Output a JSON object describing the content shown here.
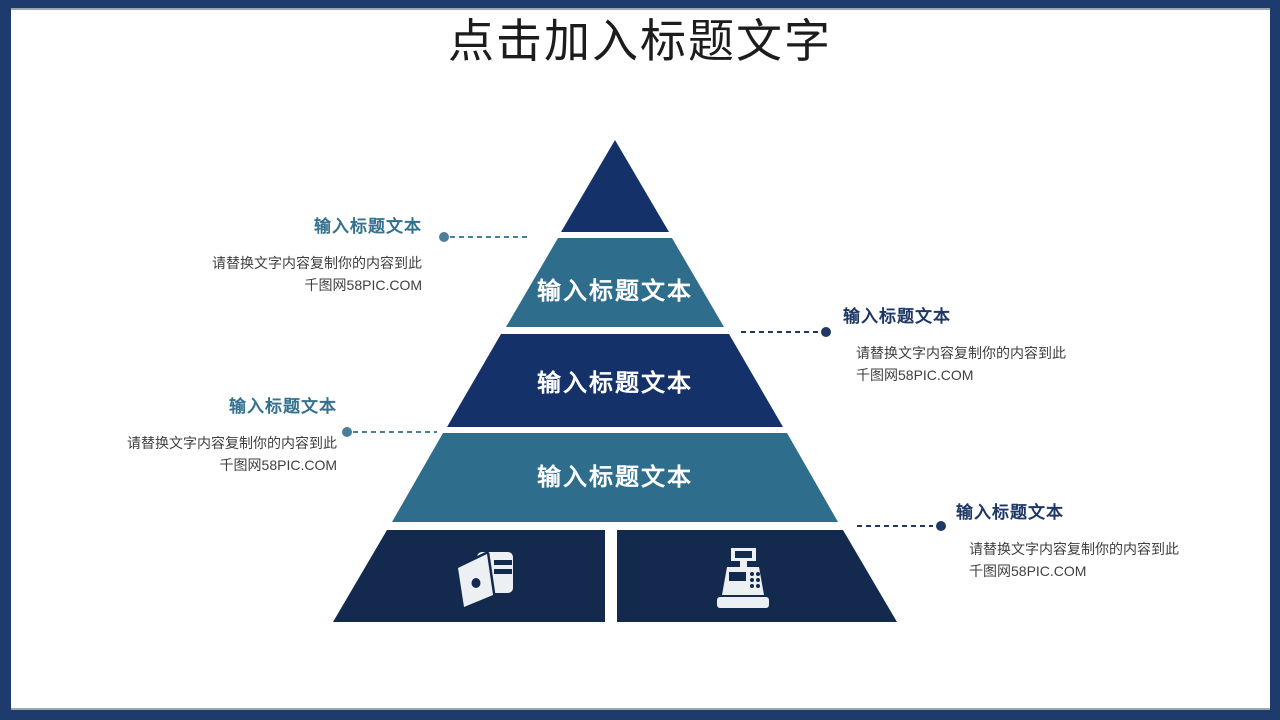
{
  "title": {
    "text": "点击加入标题文字"
  },
  "palette": {
    "border_navy": "#1d3b6d",
    "navy_band": "#14316a",
    "teal_band": "#2e6d8c",
    "bottom_band": "#13294e",
    "heading_teal": "#34718f",
    "heading_navy": "#1e3866",
    "dash_teal": "#4a7f9b",
    "dash_navy": "#1f3864",
    "body_text": "#3f3f3f",
    "title_text": "#1c1c1c",
    "label_white": "#ffffff",
    "icon_fill": "#edf0f3"
  },
  "pyramid": {
    "level2_label": "输入标题文本",
    "level3_label": "输入标题文本",
    "level4_label": "输入标题文本",
    "icons": {
      "left": "wallet-icon",
      "right": "cash-register-icon"
    }
  },
  "callouts": [
    {
      "position": "left-top",
      "heading": "输入标题文本",
      "body_line1": "请替换文字内容复制你的内容到此",
      "body_line2": "千图网58PIC.COM"
    },
    {
      "position": "right-middle",
      "heading": "输入标题文本",
      "body_line1": "请替换文字内容复制你的内容到此",
      "body_line2": "千图网58PIC.COM"
    },
    {
      "position": "left-bottom",
      "heading": "输入标题文本",
      "body_line1": "请替换文字内容复制你的内容到此",
      "body_line2": "千图网58PIC.COM"
    },
    {
      "position": "right-bottom",
      "heading": "输入标题文本",
      "body_line1": "请替换文字内容复制你的内容到此",
      "body_line2": "千图网58PIC.COM"
    }
  ]
}
